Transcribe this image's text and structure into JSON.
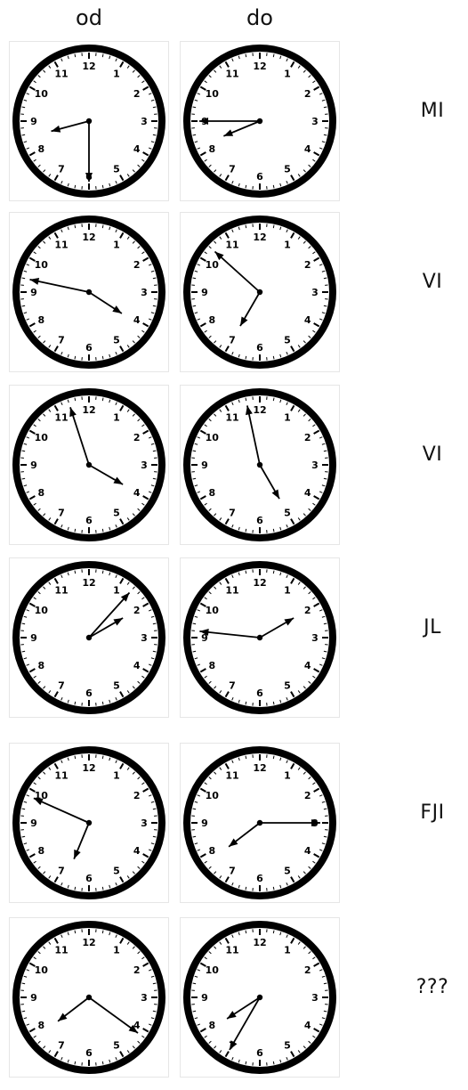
{
  "headers": {
    "from": "od",
    "to": "do"
  },
  "numerals": [
    "12",
    "1",
    "2",
    "3",
    "4",
    "5",
    "6",
    "7",
    "8",
    "9",
    "10",
    "11"
  ],
  "colors": {
    "ink": "#000000",
    "background": "#ffffff"
  },
  "rows": [
    {
      "code": "MI",
      "from_clock": {
        "hour": 8.5,
        "minute": 30
      },
      "to_clock": {
        "hour": 8.25,
        "minute": 45
      }
    },
    {
      "code": "VI",
      "from_clock": {
        "hour": 4.1,
        "minute": 47
      },
      "to_clock": {
        "hour": 7.0,
        "minute": 52
      }
    },
    {
      "code": "VI",
      "from_clock": {
        "hour": 4.0,
        "minute": 57
      },
      "to_clock": {
        "hour": 5.0,
        "minute": 58
      }
    },
    {
      "code": "JL",
      "from_clock": {
        "hour": 2.0,
        "minute": 7
      },
      "to_clock": {
        "hour": 2.0,
        "minute": 46
      }
    },
    {
      "code": "FJI",
      "from_clock": {
        "hour": 6.75,
        "minute": 49
      },
      "to_clock": {
        "hour": 7.75,
        "minute": 15
      }
    },
    {
      "code": "???",
      "from_clock": {
        "hour": 7.75,
        "minute": 21
      },
      "to_clock": {
        "hour": 7.9,
        "minute": 35
      }
    }
  ]
}
